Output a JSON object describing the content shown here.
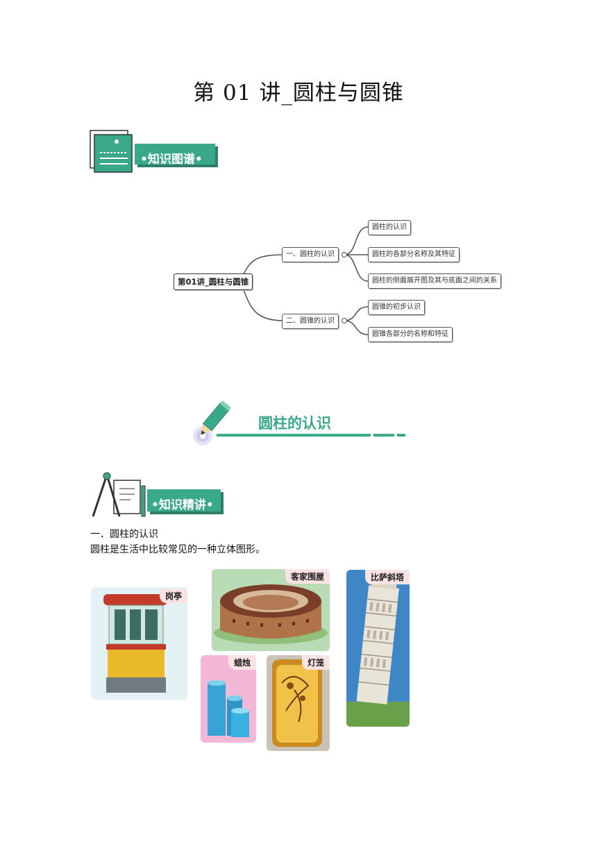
{
  "title": "第 01 讲_圆柱与圆锥",
  "section_badges": {
    "map": "•知识图谱•",
    "lecture": "•知识精讲•"
  },
  "mindmap": {
    "root": "第01讲_圆柱与圆锥",
    "branches": [
      {
        "label": "一、圆柱的认识",
        "children": [
          "圆柱的认识",
          "圆柱的各部分名称及其特征",
          "圆柱的侧面展开图及其与底面之间的关系"
        ]
      },
      {
        "label": "二、圆锥的认识",
        "children": [
          "圆锥的初步认识",
          "圆锥各部分的名称和特征"
        ]
      }
    ]
  },
  "topic_banner": "圆柱的认识",
  "content": {
    "heading": "一．圆柱的认识",
    "paragraph": "圆柱是生活中比较常见的一种立体图形。"
  },
  "photos": {
    "guard_booth": "岗亭",
    "tulou": "客家围屋",
    "candles": "蜡烛",
    "lantern": "灯笼",
    "pisa": "比萨斜塔"
  },
  "colors": {
    "accent": "#3aa98a",
    "tag_bg": "#fbe3e3"
  }
}
